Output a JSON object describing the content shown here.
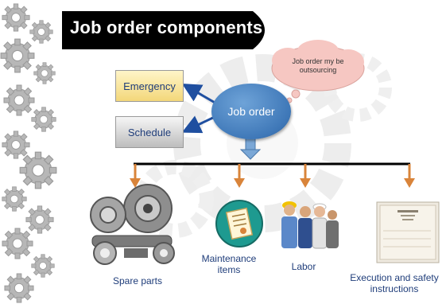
{
  "title": "Job order components",
  "center_node": "Job order",
  "cloud_note": "Job order my be outsourcing",
  "top_boxes": {
    "emergency": "Emergency",
    "schedule": "Schedule"
  },
  "components": {
    "spare_parts": "Spare parts",
    "maintenance_items": "Maintenance items",
    "labor": "Labor",
    "execution": "Execution and safety instructions"
  },
  "colors": {
    "title_bg": "#000000",
    "node_blue": "#3f78b8",
    "arrow_blue": "#1f4fa0",
    "down_arrow": "#d9843a",
    "emergency_bg": "#f3d77a",
    "schedule_bg": "#bdbdbd",
    "cloud_pink": "#f6c7c2"
  }
}
